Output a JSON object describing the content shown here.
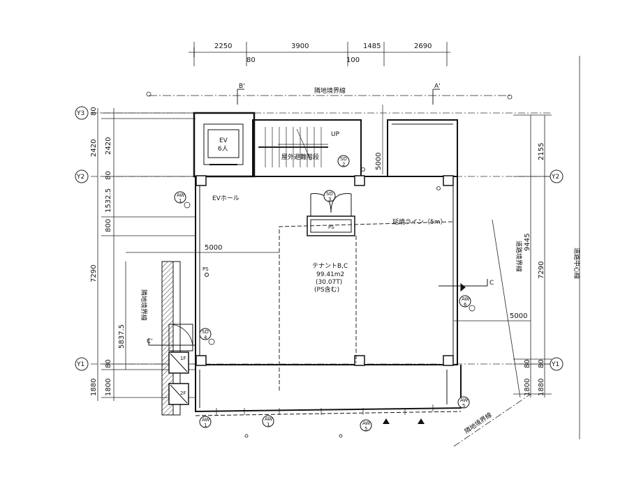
{
  "dimensions": {
    "top": [
      "2250",
      "3900",
      "1485",
      "2690"
    ],
    "top_offsets": [
      "80",
      "100"
    ],
    "left": [
      "80",
      "2420",
      "80",
      "1532.5",
      "800",
      "7290",
      "5837.5",
      "80",
      "1800",
      "1880"
    ],
    "right_inner": [
      "2155",
      "9445",
      "7290",
      "80",
      "1800"
    ],
    "right_outer": [
      "80",
      "1880"
    ],
    "interior": [
      "5000",
      "5000",
      "5000"
    ]
  },
  "grid_axes": [
    "Y3",
    "Y2",
    "Y1"
  ],
  "section_marks": [
    "B'",
    "A'",
    "C",
    "C'"
  ],
  "labels": {
    "site_boundary_top": "隣地境界線",
    "site_boundary_left": "隣地境界線",
    "site_boundary_bottom": "隣地境界線",
    "road_boundary": "道路境界線",
    "road_center": "道路中心線",
    "ev_hall": "EVホール",
    "elevator": "EV",
    "elevator_capacity": "6人",
    "stair": "屋外避難階段",
    "stair_up": "UP",
    "extension_line": "延焼ライン（5m）",
    "ps_label": "PS",
    "ps_small": "PS",
    "tenant_name": "テナントB,C",
    "tenant_area": "99.41m2",
    "tenant_tsubo": "(30.07T)",
    "tenant_note": "(PS含む)",
    "window_1f": "1F",
    "window_2f": "2F"
  },
  "fixture_tags": [
    {
      "code": "AW",
      "num": "1"
    },
    {
      "code": "SD",
      "num": "2"
    },
    {
      "code": "SD",
      "num": "3"
    },
    {
      "code": "SD",
      "num": "4"
    },
    {
      "code": "AW",
      "num": "6"
    },
    {
      "code": "AW",
      "num": "5"
    },
    {
      "code": "AW",
      "num": "5"
    },
    {
      "code": "AW",
      "num": "1"
    }
  ]
}
